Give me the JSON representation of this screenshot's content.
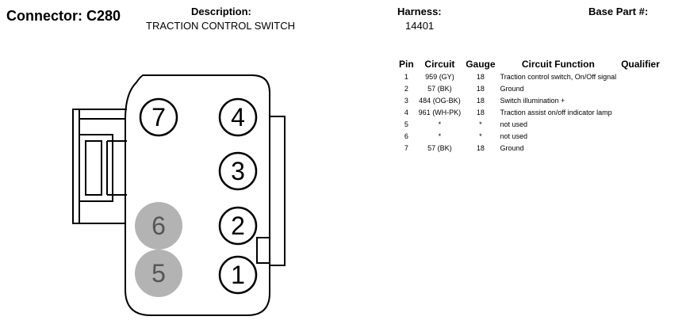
{
  "header": {
    "connector_title": "Connector: C280",
    "description_label": "Description:",
    "description_value": "TRACTION CONTROL SWITCH",
    "harness_label": "Harness:",
    "harness_value": "14401",
    "base_part_label": "Base Part #:"
  },
  "table": {
    "columns": [
      "Pin",
      "Circuit",
      "Gauge",
      "Circuit Function",
      "Qualifier"
    ],
    "rows": [
      {
        "pin": "1",
        "circuit": "959 (GY)",
        "gauge": "18",
        "function": "Traction control switch, On/Off signal",
        "qualifier": ""
      },
      {
        "pin": "2",
        "circuit": "57 (BK)",
        "gauge": "18",
        "function": "Ground",
        "qualifier": ""
      },
      {
        "pin": "3",
        "circuit": "484 (OG-BK)",
        "gauge": "18",
        "function": "Switch illumination +",
        "qualifier": ""
      },
      {
        "pin": "4",
        "circuit": "961 (WH-PK)",
        "gauge": "18",
        "function": "Traction assist on/off indicator lamp",
        "qualifier": ""
      },
      {
        "pin": "5",
        "circuit": "*",
        "gauge": "*",
        "function": "not used",
        "qualifier": ""
      },
      {
        "pin": "6",
        "circuit": "*",
        "gauge": "*",
        "function": "not used",
        "qualifier": ""
      },
      {
        "pin": "7",
        "circuit": "57 (BK)",
        "gauge": "18",
        "function": "Ground",
        "qualifier": ""
      }
    ]
  },
  "connector_face": {
    "used_pin_fill": "#ffffff",
    "unused_pin_fill": "#b3b3b3",
    "pins": [
      {
        "label": "7",
        "used": true
      },
      {
        "label": "4",
        "used": true
      },
      {
        "label": "3",
        "used": true
      },
      {
        "label": "6",
        "used": false
      },
      {
        "label": "2",
        "used": true
      },
      {
        "label": "5",
        "used": false
      },
      {
        "label": "1",
        "used": true
      }
    ]
  }
}
